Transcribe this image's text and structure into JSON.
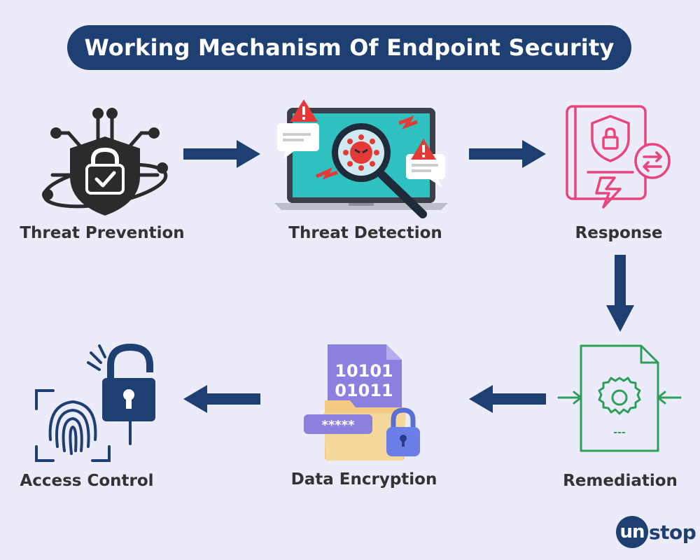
{
  "title": "Working Mechanism Of Endpoint Security",
  "steps": [
    {
      "label": "Threat Prevention",
      "icon": "shield-lock-circuit-icon"
    },
    {
      "label": "Threat Detection",
      "icon": "laptop-virus-magnifier-icon"
    },
    {
      "label": "Response",
      "icon": "security-response-document-icon"
    },
    {
      "label": "Remediation",
      "icon": "gear-document-icon"
    },
    {
      "label": "Data Encryption",
      "icon": "encrypted-folder-icon"
    },
    {
      "label": "Access Control",
      "icon": "fingerprint-padlock-icon"
    }
  ],
  "encryption": {
    "line1": "10101",
    "line2": "01011",
    "password": "*****"
  },
  "remediation": {
    "dashes": "---"
  },
  "brand": {
    "prefix": "un",
    "suffix": "stop"
  },
  "colors": {
    "title_bg": "#1d3f72",
    "arrow": "#1d3f72",
    "alert": "#e53935",
    "response": "#e8457c",
    "remediation": "#2e9e5b"
  }
}
